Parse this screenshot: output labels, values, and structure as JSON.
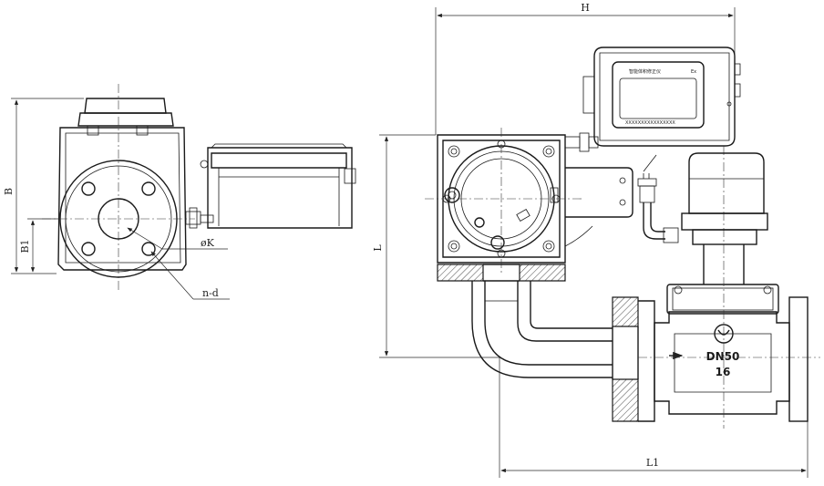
{
  "dimensions": {
    "H": "H",
    "B": "B",
    "B1": "B1",
    "L": "L",
    "L1": "L1",
    "phi_K": "øK",
    "n_d": "n-d"
  },
  "valve_marking": {
    "size": "DN50",
    "pressure": "16"
  },
  "display_panel": {
    "title": "智能体积修正仪",
    "corner_mark": "Ex",
    "manufacturer_line": "XXXXXXXXXXXXXXXX"
  }
}
